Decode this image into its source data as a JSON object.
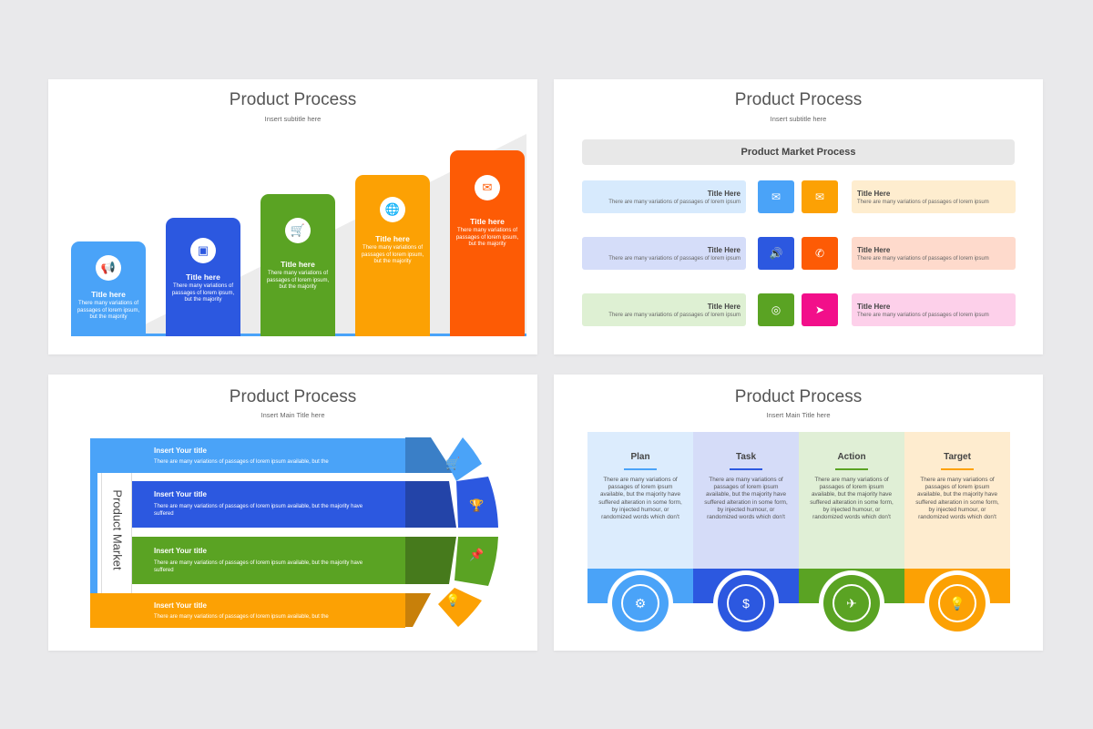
{
  "colors": {
    "blue": "#4aa3f8",
    "royal": "#2c58e0",
    "green": "#5aa323",
    "amber": "#fca104",
    "orange": "#fd5b05",
    "pink": "#f20f8a"
  },
  "slide1": {
    "title": "Product Process",
    "subtitle": "Insert subtitle here",
    "steps": [
      {
        "title": "Title here",
        "desc": "There many variations of passages of lorem ipsum, but the majority",
        "icon": "megaphone-icon",
        "color": "#4aa3f8"
      },
      {
        "title": "Title here",
        "desc": "There many variations of passages of lorem ipsum, but the majority",
        "icon": "presentation-icon",
        "color": "#2c58e0"
      },
      {
        "title": "Title here",
        "desc": "There many variations of passages of lorem ipsum, but the majority",
        "icon": "cart-icon",
        "color": "#5aa323"
      },
      {
        "title": "Title here",
        "desc": "There many variations of passages of lorem ipsum, but the majority",
        "icon": "globe-icon",
        "color": "#fca104"
      },
      {
        "title": "Title here",
        "desc": "There many variations of passages of lorem ipsum, but the majority",
        "icon": "mail-icon",
        "color": "#fd5b05"
      }
    ]
  },
  "slide2": {
    "title": "Product Process",
    "subtitle": "Insert subtitle here",
    "header": "Product Market Process",
    "rows": [
      {
        "left": {
          "title": "Title Here",
          "desc": "There are many variations of passages of lorem ipsum",
          "bg": "#d7eafd"
        },
        "icon_left": {
          "icon": "mail-open-icon",
          "color": "#4aa3f8"
        },
        "icon_right": {
          "icon": "envelope-icon",
          "color": "#fca104"
        },
        "right": {
          "title": "Title Here",
          "desc": "There are many variations of passages of lorem ipsum",
          "bg": "#feedcf"
        }
      },
      {
        "left": {
          "title": "Title Here",
          "desc": "There are many variations of passages of lorem ipsum",
          "bg": "#d5ddf9"
        },
        "icon_left": {
          "icon": "speaker-icon",
          "color": "#2c58e0"
        },
        "icon_right": {
          "icon": "phone-icon",
          "color": "#fd5b05"
        },
        "right": {
          "title": "Title Here",
          "desc": "There are many variations of passages of lorem ipsum",
          "bg": "#fedacc"
        }
      },
      {
        "left": {
          "title": "Title Here",
          "desc": "There are many variations of passages of lorem ipsum",
          "bg": "#def0d3"
        },
        "icon_left": {
          "icon": "coin-icon",
          "color": "#5aa323"
        },
        "icon_right": {
          "icon": "paper-plane-icon",
          "color": "#f20f8a"
        },
        "right": {
          "title": "Title Here",
          "desc": "There are many variations of passages of lorem ipsum",
          "bg": "#fdd0ea"
        }
      }
    ]
  },
  "slide3": {
    "title": "Product Process",
    "subtitle": "Insert Main Title here",
    "vertical_label": "Product Market",
    "bands": [
      {
        "title": "Insert Your title",
        "desc": "There are many variations of passages of lorem ipsum available, but the",
        "icon": "cart-icon",
        "color": "#4aa3f8"
      },
      {
        "title": "Insert Your title",
        "desc": "There are many variations of passages of lorem ipsum available, but the majority have suffered",
        "icon": "trophy-icon",
        "color": "#2c58e0"
      },
      {
        "title": "Insert Your title",
        "desc": "There are many variations of passages of lorem ipsum available, but the majority have suffered",
        "icon": "pin-icon",
        "color": "#5aa323"
      },
      {
        "title": "Insert Your title",
        "desc": "There are many variations of passages of lorem ipsum available, but the",
        "icon": "lightbulb-icon",
        "color": "#fca104"
      }
    ]
  },
  "slide4": {
    "title": "Product Process",
    "subtitle": "Insert Main Title here",
    "columns": [
      {
        "title": "Plan",
        "desc": "There are many variations of passages of lorem ipsum available, but the majority have suffered alteration in some form, by injected humour, or randomized words which don't",
        "icon": "gear-icon",
        "bg": "#dcecfd",
        "color": "#4aa3f8"
      },
      {
        "title": "Task",
        "desc": "There are many variations of passages of lorem ipsum available, but the majority have suffered alteration in some form, by injected humour, or randomized words which don't",
        "icon": "coins-icon",
        "bg": "#d5dcf8",
        "color": "#2c58e0"
      },
      {
        "title": "Action",
        "desc": "There are many variations of passages of lorem ipsum available, but the majority have suffered alteration in some form, by injected humour, or randomized words which don't",
        "icon": "airplane-icon",
        "bg": "#e0efd6",
        "color": "#5aa323"
      },
      {
        "title": "Target",
        "desc": "There are many variations of passages of lorem ipsum available, but the majority have suffered alteration in some form, by injected humour, or randomized words which don't",
        "icon": "lightbulb-icon",
        "bg": "#feeccf",
        "color": "#fca104"
      }
    ]
  }
}
